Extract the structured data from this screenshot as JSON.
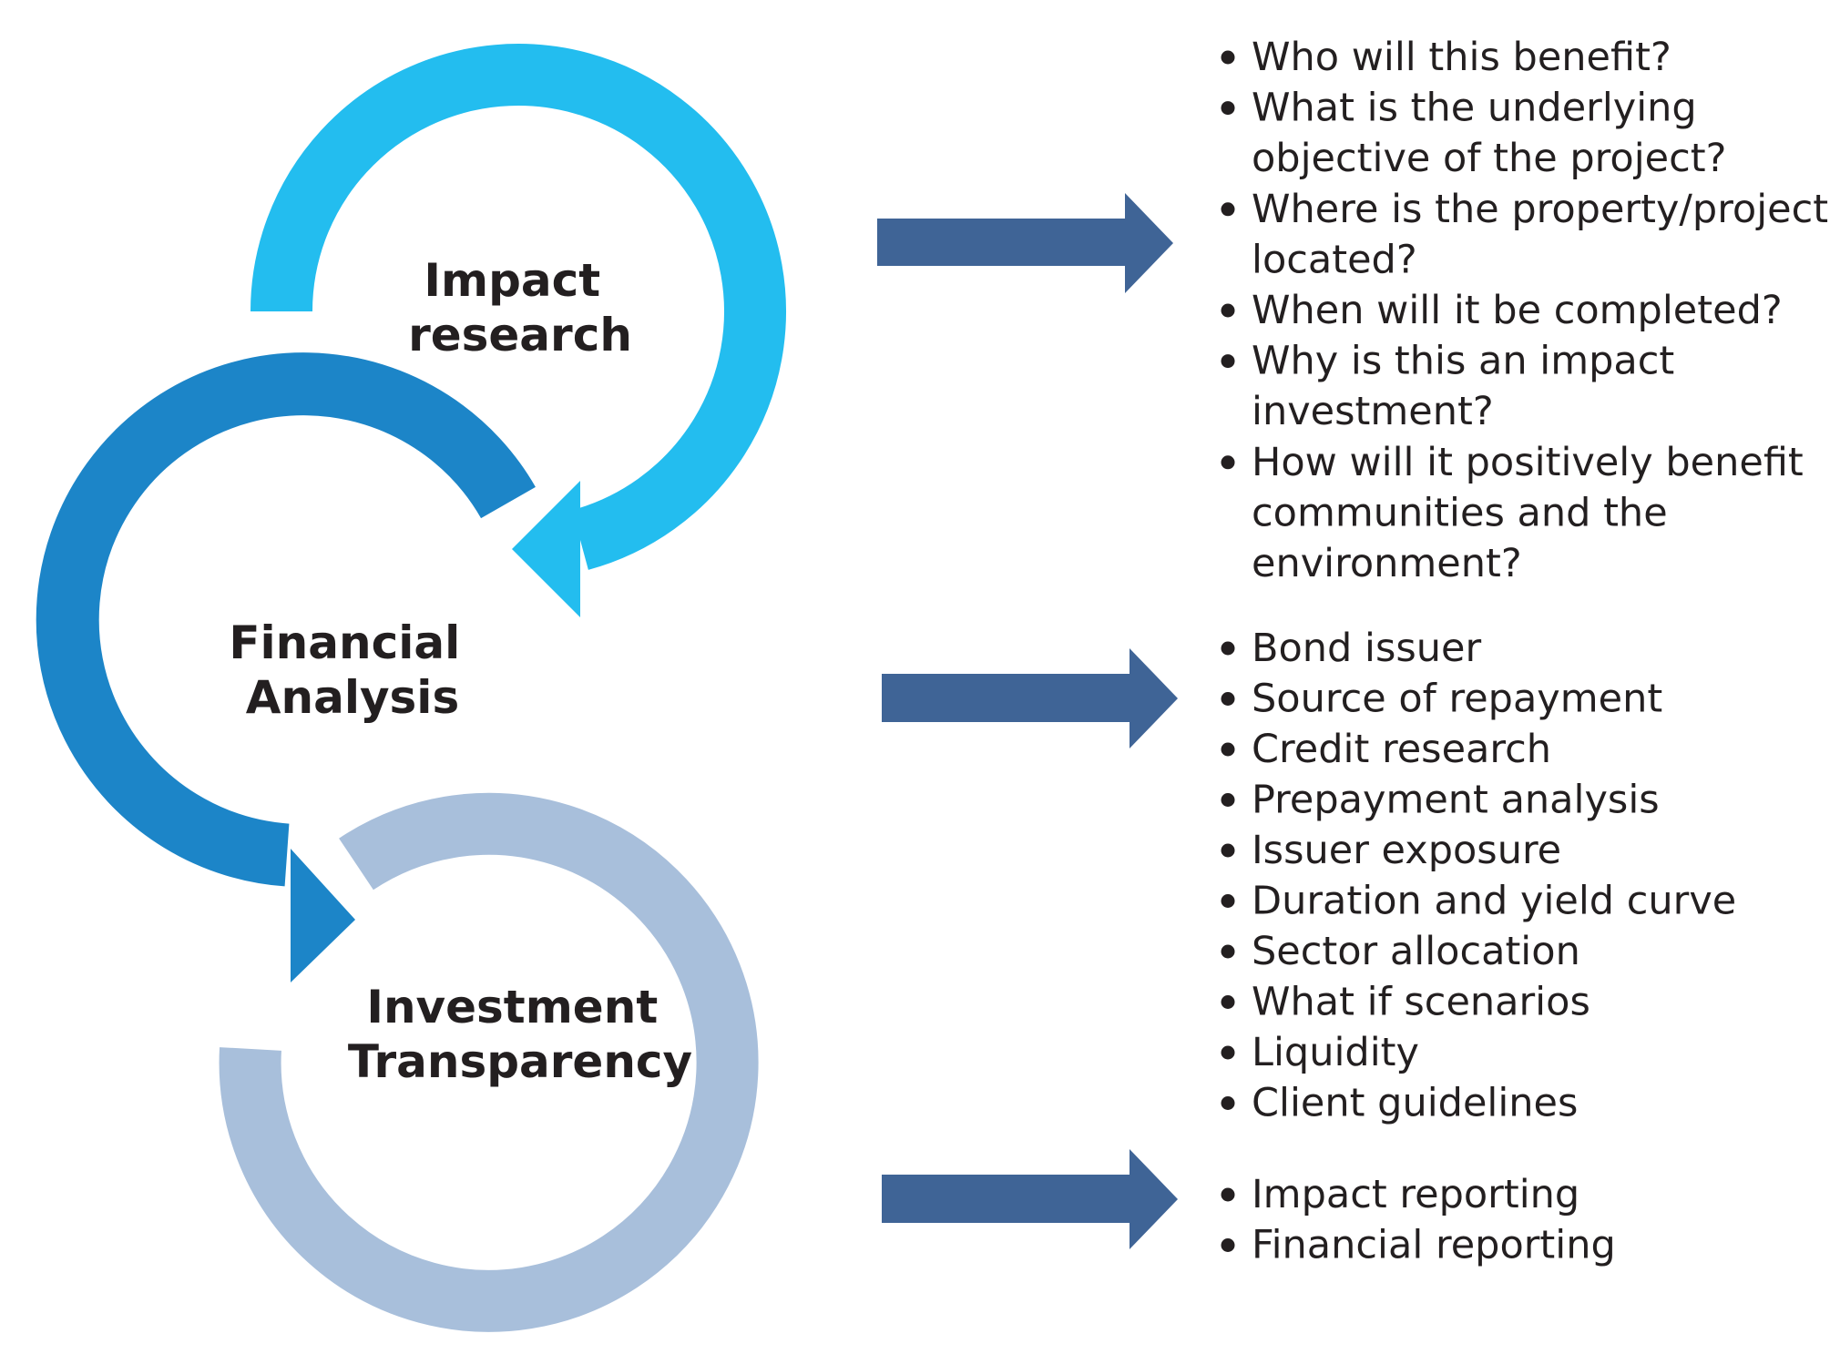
{
  "colors": {
    "impact_ring": "#23bdef",
    "financial_ring": "#1c85c8",
    "transparency_ring": "#a8bfdb",
    "arrow": "#3f6496",
    "text": "#231f20",
    "background": "#ffffff"
  },
  "stages": [
    {
      "id": "impact-research",
      "label_lines": [
        "Impact",
        "research"
      ]
    },
    {
      "id": "financial-analysis",
      "label_lines": [
        "Financial",
        "Analysis"
      ]
    },
    {
      "id": "investment-transparency",
      "label_lines": [
        "Investment",
        "Transparency"
      ]
    }
  ],
  "groups": [
    {
      "id": "impact-questions",
      "items": [
        [
          "Who will this benefit?"
        ],
        [
          "What is the underlying",
          "objective of the project?"
        ],
        [
          "Where is the property/project",
          "located?"
        ],
        [
          "When will it be completed?"
        ],
        [
          "Why is this an impact",
          "investment?"
        ],
        [
          "How will it positively benefit",
          "communities and the",
          "environment?"
        ]
      ]
    },
    {
      "id": "financial-factors",
      "items": [
        [
          "Bond issuer"
        ],
        [
          "Source of repayment"
        ],
        [
          "Credit research"
        ],
        [
          "Prepayment analysis"
        ],
        [
          "Issuer exposure"
        ],
        [
          "Duration and yield curve"
        ],
        [
          "Sector allocation"
        ],
        [
          "What if scenarios"
        ],
        [
          "Liquidity"
        ],
        [
          "Client guidelines"
        ]
      ]
    },
    {
      "id": "transparency-reports",
      "items": [
        [
          "Impact reporting"
        ],
        [
          "Financial reporting"
        ]
      ]
    }
  ]
}
